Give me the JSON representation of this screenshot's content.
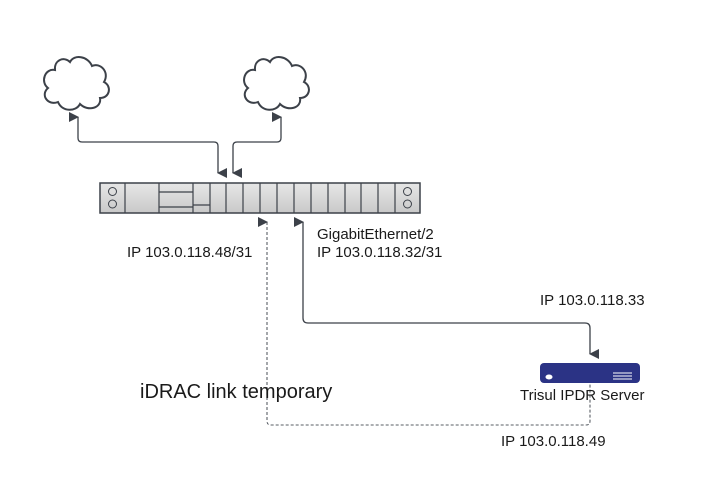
{
  "diagram": {
    "clouds": [
      {
        "name": "internet-cloud-left"
      },
      {
        "name": "internet-cloud-right"
      }
    ],
    "switch": {
      "name": "network-switch"
    },
    "server": {
      "label": "Trisul IPDR Server",
      "color": "#2b3385"
    },
    "links": [
      {
        "name": "uplink-left",
        "style": "solid"
      },
      {
        "name": "uplink-right",
        "style": "solid"
      },
      {
        "name": "gigabit-link",
        "style": "solid"
      },
      {
        "name": "idrac-link",
        "style": "dashed"
      }
    ],
    "labels": {
      "switch_idrac_ip": "IP 103.0.118.48/31",
      "switch_port": "GigabitEthernet/2",
      "switch_port_ip": "IP 103.0.118.32/31",
      "server_ip": "IP 103.0.118.33",
      "server_idrac_ip": "IP 103.0.118.49",
      "idrac_note": "iDRAC link temporary"
    },
    "colors": {
      "line": "#3c4149",
      "switch_fill": "#d9d9d9",
      "switch_stroke": "#3c4149"
    }
  }
}
